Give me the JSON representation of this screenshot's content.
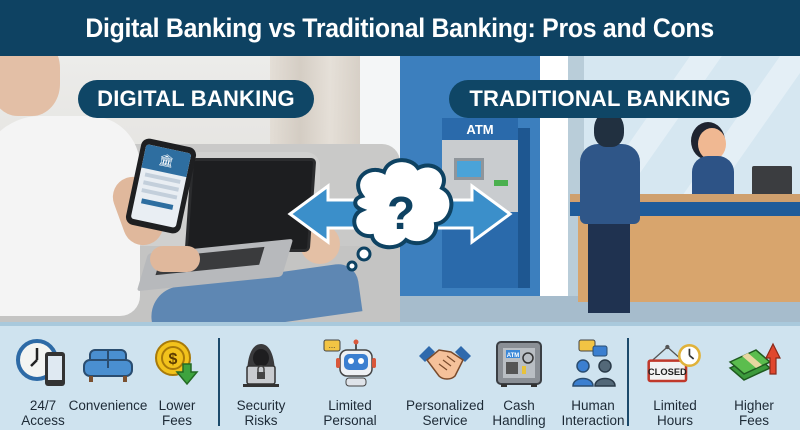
{
  "header": {
    "title": "Digital Banking vs Traditional Banking: Pros and Cons"
  },
  "colors": {
    "header_bg": "#0e4262",
    "badge_bg": "#0f4666",
    "arrow_blue": "#3b8fca",
    "bottom_bg": "#cfe3ef",
    "divider": "#1b4a6b"
  },
  "left_panel": {
    "badge": "DIGITAL BANKING",
    "scene": "person on sofa using phone and laptop"
  },
  "right_panel": {
    "badge": "TRADITIONAL BANKING",
    "atm_label": "ATM",
    "scene": "customer talking to teller at bank counter"
  },
  "center": {
    "symbol": "?",
    "icon": "question-thought-cloud"
  },
  "digital_items": [
    {
      "label": "24/7\nAccess",
      "icon": "clock-phone-icon",
      "type": "pro"
    },
    {
      "label": "Convenience",
      "icon": "sofa-icon",
      "type": "pro"
    },
    {
      "label": "Lower\nFees",
      "icon": "coin-down-arrow-icon",
      "type": "pro"
    },
    {
      "label": "Security\nRisks",
      "icon": "hacker-icon",
      "type": "con"
    },
    {
      "label": "Limited Personal\nSupport",
      "icon": "chatbot-icon",
      "type": "con"
    }
  ],
  "traditional_items": [
    {
      "label": "Personalized\nService",
      "icon": "handshake-icon",
      "type": "pro"
    },
    {
      "label": "Cash\nHandling",
      "icon": "atm-safe-icon",
      "type": "pro"
    },
    {
      "label": "Human\nInteraction",
      "icon": "people-chat-icon",
      "type": "pro"
    },
    {
      "label": "Limited\nHours",
      "icon": "closed-sign-icon",
      "type": "con",
      "sign_text": "CLOSED"
    },
    {
      "label": "Higher\nFees",
      "icon": "money-up-arrow-icon",
      "type": "con"
    }
  ]
}
